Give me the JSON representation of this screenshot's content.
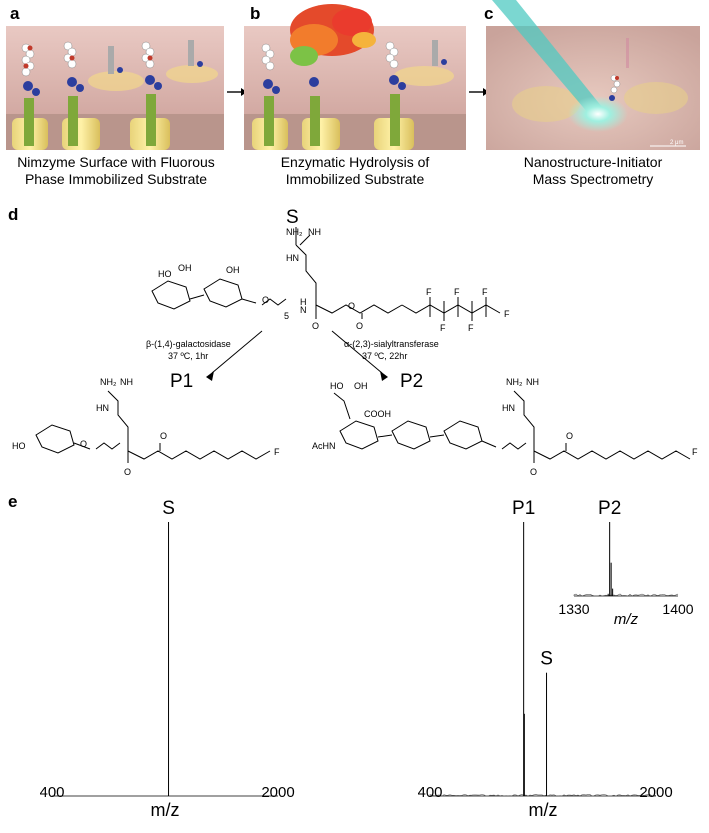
{
  "panels": {
    "a": {
      "letter": "a",
      "caption_line1": "Nimzyme Surface with Fluorous",
      "caption_line2": "Phase Immobilized Substrate"
    },
    "b": {
      "letter": "b",
      "caption_line1": "Enzymatic Hydrolysis of",
      "caption_line2": "Immobilized Substrate"
    },
    "c": {
      "letter": "c",
      "caption_line1": "Nanostructure-Initiator",
      "caption_line2": "Mass Spectrometry",
      "scale_text": "2 μm"
    },
    "d": {
      "letter": "d"
    },
    "e": {
      "letter": "e"
    }
  },
  "scheme": {
    "substrate_label": "S",
    "product1_label": "P1",
    "product2_label": "P2",
    "arrow_left_line1": "β-(1,4)-galactosidase",
    "arrow_left_line2": "37 ºC, 1hr",
    "arrow_right_line1": "α-(2,3)-sialyltransferase",
    "arrow_right_line2": "37 ºC, 22hr",
    "atom_F": "F",
    "atom_NH": "NH",
    "atom_NH2": "NH₂",
    "atom_O": "O",
    "atom_HO": "HO",
    "atom_OH": "OH",
    "atom_N": "N",
    "atom_H": "H",
    "atom_HN": "HN",
    "atom_COOH": "COOH",
    "atom_AcHN": "AcHN",
    "linker_sub": "5"
  },
  "chart_data": [
    {
      "type": "line",
      "title": "",
      "xlabel": "m/z",
      "ylabel": "",
      "xlim": [
        400,
        2000
      ],
      "x_tick_labels": [
        "400",
        "2000"
      ],
      "peaks": [
        {
          "label": "S",
          "x": 1225,
          "rel_intensity": 1.0
        }
      ],
      "series": [
        {
          "values": [
            [
              400,
              0
            ],
            [
              1215,
              0.005
            ],
            [
              1225,
              1.0
            ],
            [
              1232,
              0.01
            ],
            [
              2000,
              0
            ]
          ]
        }
      ]
    },
    {
      "type": "line",
      "title": "",
      "xlabel": "m/z",
      "ylabel": "",
      "xlim": [
        400,
        2000
      ],
      "x_tick_labels": [
        "400",
        "2000"
      ],
      "peaks": [
        {
          "label": "P1",
          "x": 1063,
          "rel_intensity": 1.0
        },
        {
          "label": "S",
          "x": 1225,
          "rel_intensity": 0.45
        }
      ],
      "series": [
        {
          "values": [
            [
              400,
              0
            ],
            [
              1055,
              0.01
            ],
            [
              1063,
              1.0
            ],
            [
              1068,
              0.3
            ],
            [
              1075,
              0.02
            ],
            [
              1225,
              0.45
            ],
            [
              1232,
              0.01
            ],
            [
              2000,
              0
            ]
          ]
        }
      ]
    },
    {
      "type": "line",
      "title": "",
      "xlabel": "m/z",
      "ylabel": "",
      "xlim": [
        1330,
        1400
      ],
      "x_tick_labels": [
        "1330",
        "1400"
      ],
      "peaks": [
        {
          "label": "P2",
          "x": 1354,
          "rel_intensity": 1.0
        }
      ],
      "series": [
        {
          "values": [
            [
              1330,
              0.02
            ],
            [
              1353,
              0.03
            ],
            [
              1354,
              1.0
            ],
            [
              1355,
              0.45
            ],
            [
              1356,
              0.1
            ],
            [
              1400,
              0.02
            ]
          ]
        }
      ]
    }
  ]
}
